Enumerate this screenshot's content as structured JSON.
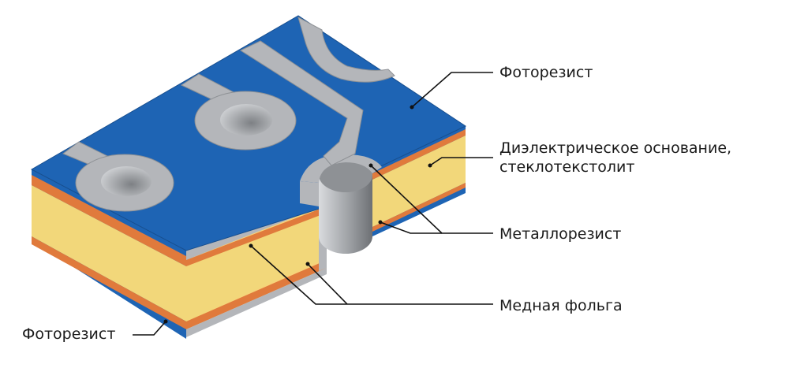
{
  "labels": {
    "photoresist_top": "Фоторезист",
    "dielectric_line1": "Диэлектрическое основание,",
    "dielectric_line2": "стеклотекстолит",
    "metalloresist": "Металлорезист",
    "copper_foil": "Медная фольга",
    "photoresist_bottom": "Фоторезист"
  },
  "colors": {
    "photoresist": "#1e64b4",
    "dielectric": "#f2d77a",
    "copper": "#e07a3c",
    "metalloresist": "#b4b6ba",
    "leader": "#111111"
  }
}
